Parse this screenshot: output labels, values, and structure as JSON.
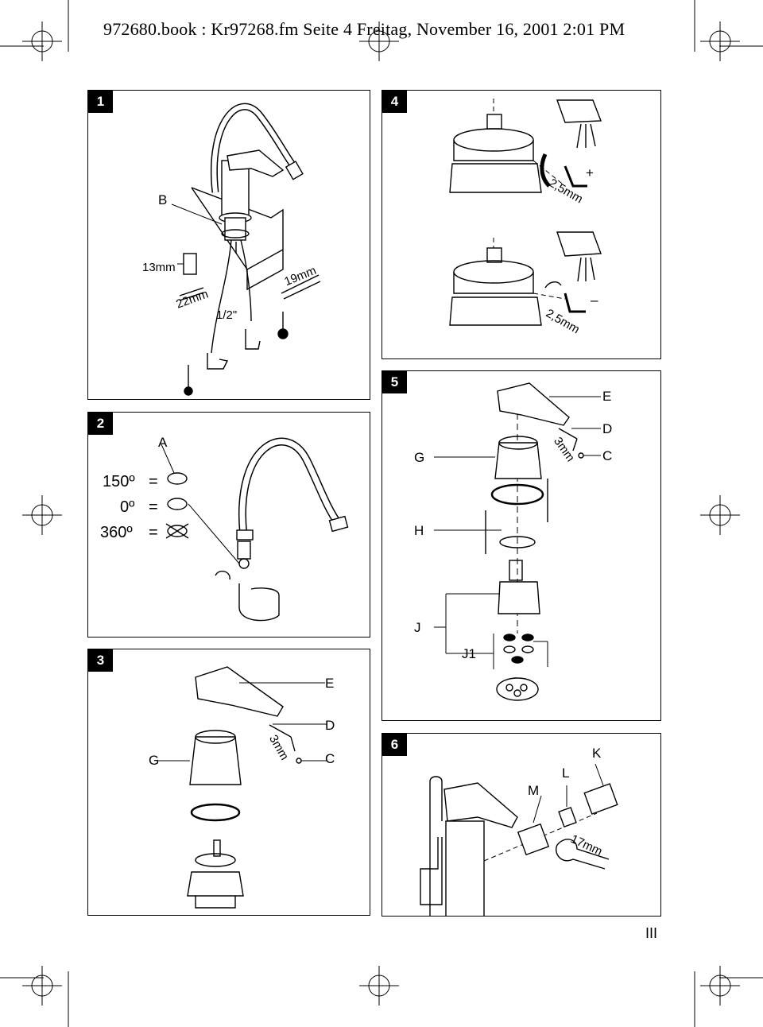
{
  "header": {
    "text": "972680.book : Kr97268.fm  Seite 4  Freitag, November 16, 2001  2:01 PM"
  },
  "panels": [
    {
      "number": "1",
      "labels": {
        "b": "B",
        "wrench_13": "13mm",
        "wrench_22": "22mm",
        "wrench_19": "19mm",
        "thread": "1/2\""
      }
    },
    {
      "number": "2",
      "labels": {
        "a": "A",
        "angle_150": "150º",
        "angle_0": "0º",
        "angle_360": "360º",
        "equals": "="
      }
    },
    {
      "number": "3",
      "labels": {
        "e": "E",
        "d": "D",
        "c": "C",
        "g": "G",
        "hex": "3mm"
      }
    },
    {
      "number": "4",
      "labels": {
        "hex_top": "2,5mm",
        "hex_bottom": "2,5mm",
        "plus": "+",
        "minus": "–"
      }
    },
    {
      "number": "5",
      "labels": {
        "e": "E",
        "d": "D",
        "c": "C",
        "g": "G",
        "h": "H",
        "j": "J",
        "j1": "J1",
        "hex": "3mm"
      }
    },
    {
      "number": "6",
      "labels": {
        "k": "K",
        "l": "L",
        "m": "M",
        "wrench_17": "17mm"
      }
    }
  ],
  "page_number": "III"
}
